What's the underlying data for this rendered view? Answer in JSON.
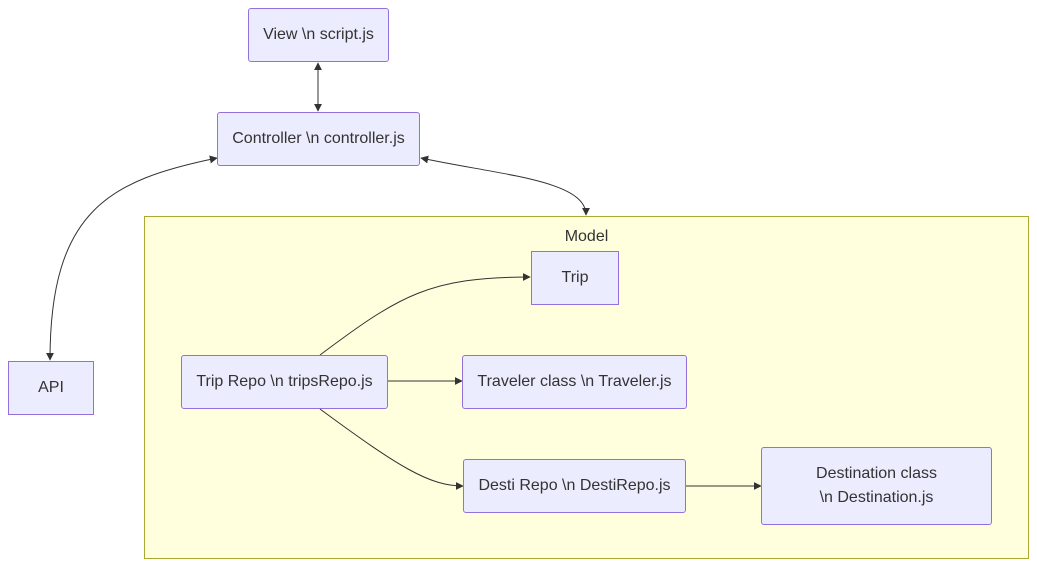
{
  "cluster": {
    "label": "Model"
  },
  "nodes": {
    "view": "View \\n script.js",
    "controller": "Controller \\n controller.js",
    "api": "API",
    "trip": "Trip",
    "trip_repo": "Trip Repo \\n tripsRepo.js",
    "traveler": "Traveler class \\n Traveler.js",
    "desti_repo": "Desti Repo \\n DestiRepo.js",
    "destination": "Destination class \\n Destination.js"
  },
  "edges": [
    {
      "from": "view",
      "to": "controller",
      "arrows": "both"
    },
    {
      "from": "controller",
      "to": "api",
      "arrows": "both"
    },
    {
      "from": "controller",
      "to": "model",
      "arrows": "both"
    },
    {
      "from": "trip_repo",
      "to": "trip",
      "arrows": "end"
    },
    {
      "from": "trip_repo",
      "to": "traveler",
      "arrows": "end"
    },
    {
      "from": "trip_repo",
      "to": "desti_repo",
      "arrows": "end"
    },
    {
      "from": "desti_repo",
      "to": "destination",
      "arrows": "end"
    }
  ],
  "colors": {
    "node_fill": "#ececff",
    "node_border": "#9370db",
    "cluster_fill": "#ffffde",
    "cluster_border": "#aaaa33",
    "edge": "#333333",
    "text": "#333333"
  }
}
